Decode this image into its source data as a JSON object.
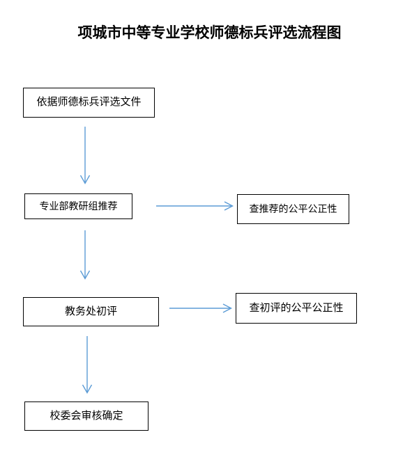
{
  "document": {
    "title": "项城市中等专业学校师德标兵评选流程图",
    "type": "flowchart",
    "background_color": "#FFFFFF",
    "box_border_color": "#000000",
    "arrow_color": "#5B9BD5",
    "text_color": "#000000"
  },
  "nodes": [
    {
      "id": "n1",
      "label": "依据师德标兵评选文件",
      "column": "main",
      "row": 1
    },
    {
      "id": "n2",
      "label": "专业部教研组推荐",
      "column": "main",
      "row": 2
    },
    {
      "id": "n3",
      "label": "查推荐的公平公正性",
      "column": "right",
      "row": 2
    },
    {
      "id": "n4",
      "label": "教务处初评",
      "column": "main",
      "row": 3
    },
    {
      "id": "n5",
      "label": "查初评的公平公正性",
      "column": "right",
      "row": 3
    },
    {
      "id": "n6",
      "label": "校委会审核确定",
      "column": "main",
      "row": 4
    }
  ],
  "edges": [
    {
      "id": "e1",
      "from": "n1",
      "to": "n2",
      "direction": "down",
      "style": "open-arrow"
    },
    {
      "id": "e2",
      "from": "n2",
      "to": "n3",
      "direction": "right",
      "style": "open-arrow"
    },
    {
      "id": "e3",
      "from": "n2",
      "to": "n4",
      "direction": "down",
      "style": "open-arrow"
    },
    {
      "id": "e4",
      "from": "n4",
      "to": "n5",
      "direction": "right",
      "style": "open-arrow"
    },
    {
      "id": "e5",
      "from": "n4",
      "to": "n6",
      "direction": "down",
      "style": "open-arrow"
    }
  ]
}
